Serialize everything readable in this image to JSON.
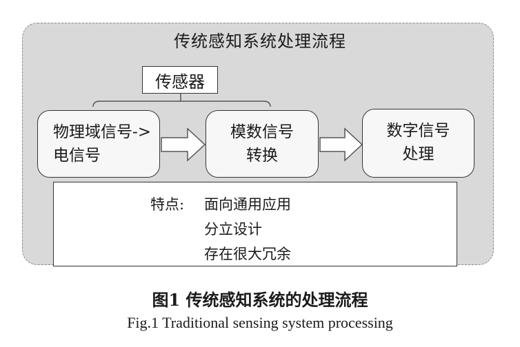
{
  "panel": {
    "title": "传统感知系统处理流程"
  },
  "sensor": {
    "label": "传感器"
  },
  "stages": [
    {
      "line1": "物理域信号->",
      "line2": "电信号"
    },
    {
      "line1": "模数信号",
      "line2": "转换"
    },
    {
      "line1": "数字信号",
      "line2": "处理"
    }
  ],
  "features": {
    "label": "特点:",
    "items": [
      "面向通用应用",
      "分立设计",
      "存在很大冗余"
    ]
  },
  "caption": {
    "cn": "图1  传统感知系统的处理流程",
    "en": "Fig.1 Traditional sensing system processing"
  }
}
